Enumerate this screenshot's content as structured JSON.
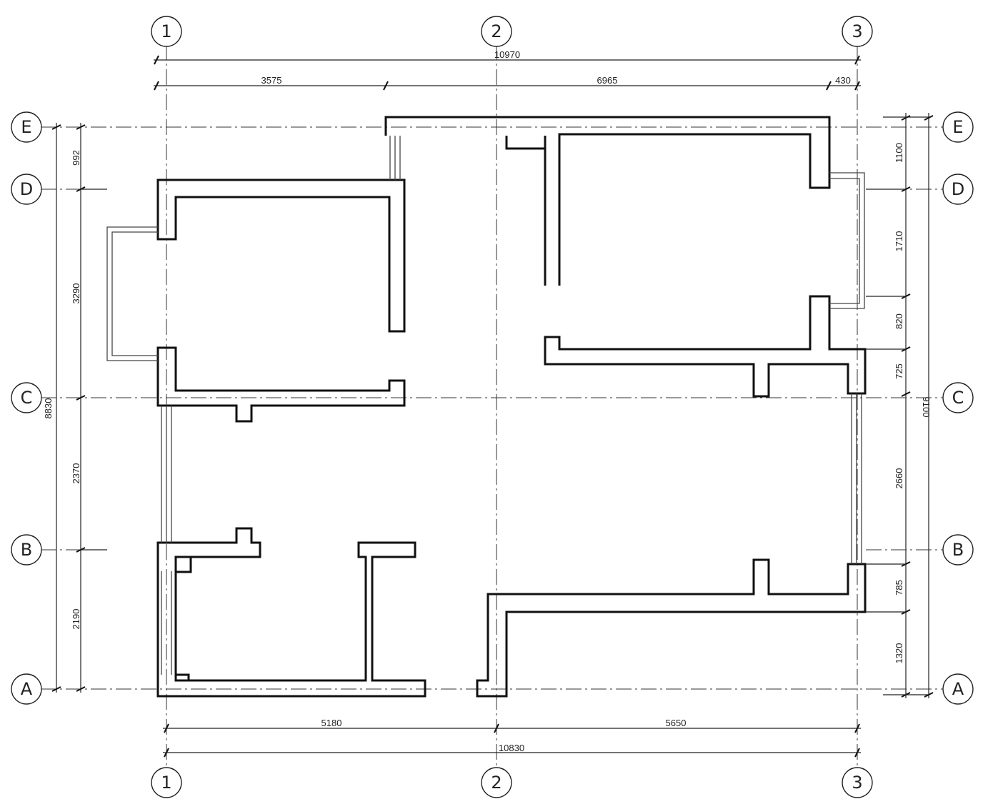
{
  "axes": {
    "top": [
      "1",
      "2",
      "3"
    ],
    "bottom": [
      "1",
      "2",
      "3"
    ],
    "left": [
      "E",
      "D",
      "C",
      "B",
      "A"
    ],
    "right": [
      "E",
      "D",
      "C",
      "B",
      "A"
    ]
  },
  "dimensions": {
    "top_total": "10970",
    "top_segments": [
      "3575",
      "6965",
      "430"
    ],
    "bottom_segments": [
      "5180",
      "5650"
    ],
    "bottom_total": "10830",
    "left_total": "8830",
    "left_segments": [
      "992",
      "3290",
      "2370",
      "2190"
    ],
    "right_total": "9100",
    "right_segments": [
      "1100",
      "1710",
      "820",
      "725",
      "2660",
      "785",
      "1320"
    ]
  }
}
